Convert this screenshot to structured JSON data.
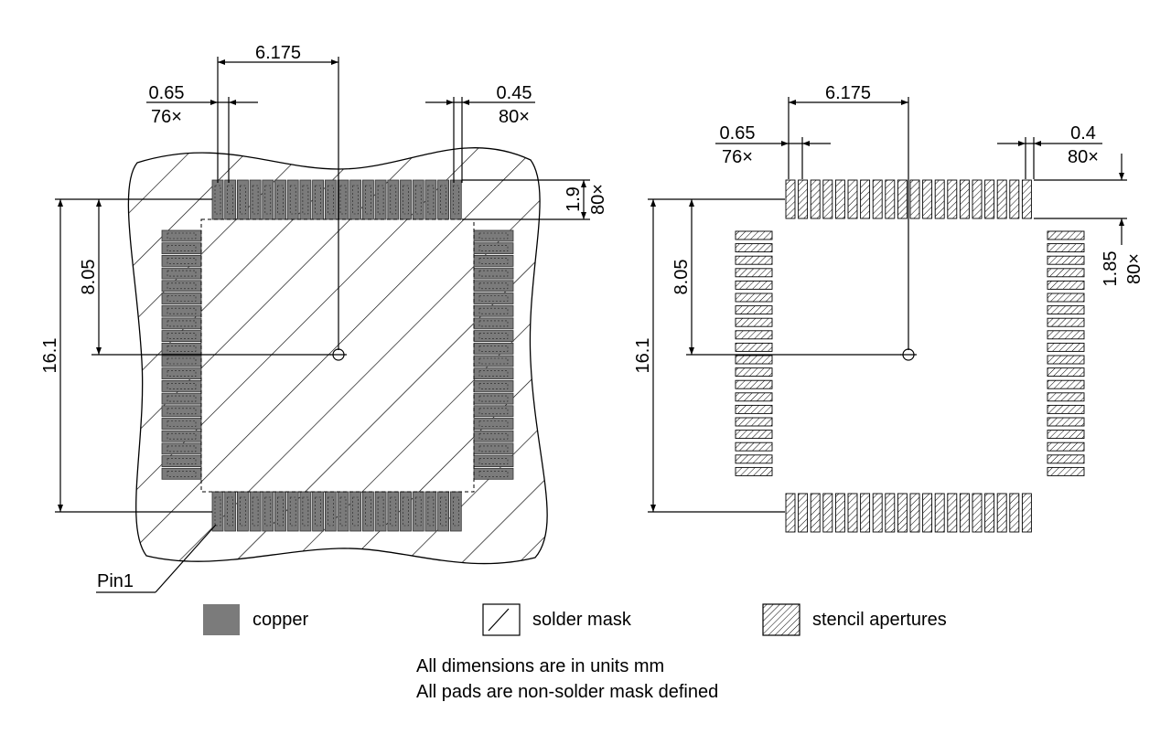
{
  "colors": {
    "copper": "#7b7b7b",
    "line": "#000000",
    "background": "#ffffff"
  },
  "left_view": {
    "dim_center_x": "6.175",
    "dim_pitch": "0.65",
    "dim_pitch_count": "76×",
    "dim_pad_width": "0.45",
    "dim_pad_width_count": "80×",
    "dim_pad_length": "1.9",
    "dim_pad_length_count": "80×",
    "dim_center_y": "8.05",
    "dim_total": "16.1",
    "pin1_label": "Pin1"
  },
  "right_view": {
    "dim_center_x": "6.175",
    "dim_pitch": "0.65",
    "dim_pitch_count": "76×",
    "dim_aperture_width": "0.4",
    "dim_aperture_width_count": "80×",
    "dim_aperture_length": "1.85",
    "dim_aperture_length_count": "80×",
    "dim_center_y": "8.05",
    "dim_total": "16.1"
  },
  "legend": {
    "copper": "copper",
    "solder_mask": "solder mask",
    "stencil": "stencil apertures"
  },
  "notes": {
    "line1": "All dimensions are in units mm",
    "line2": "All pads are non-solder mask defined"
  }
}
